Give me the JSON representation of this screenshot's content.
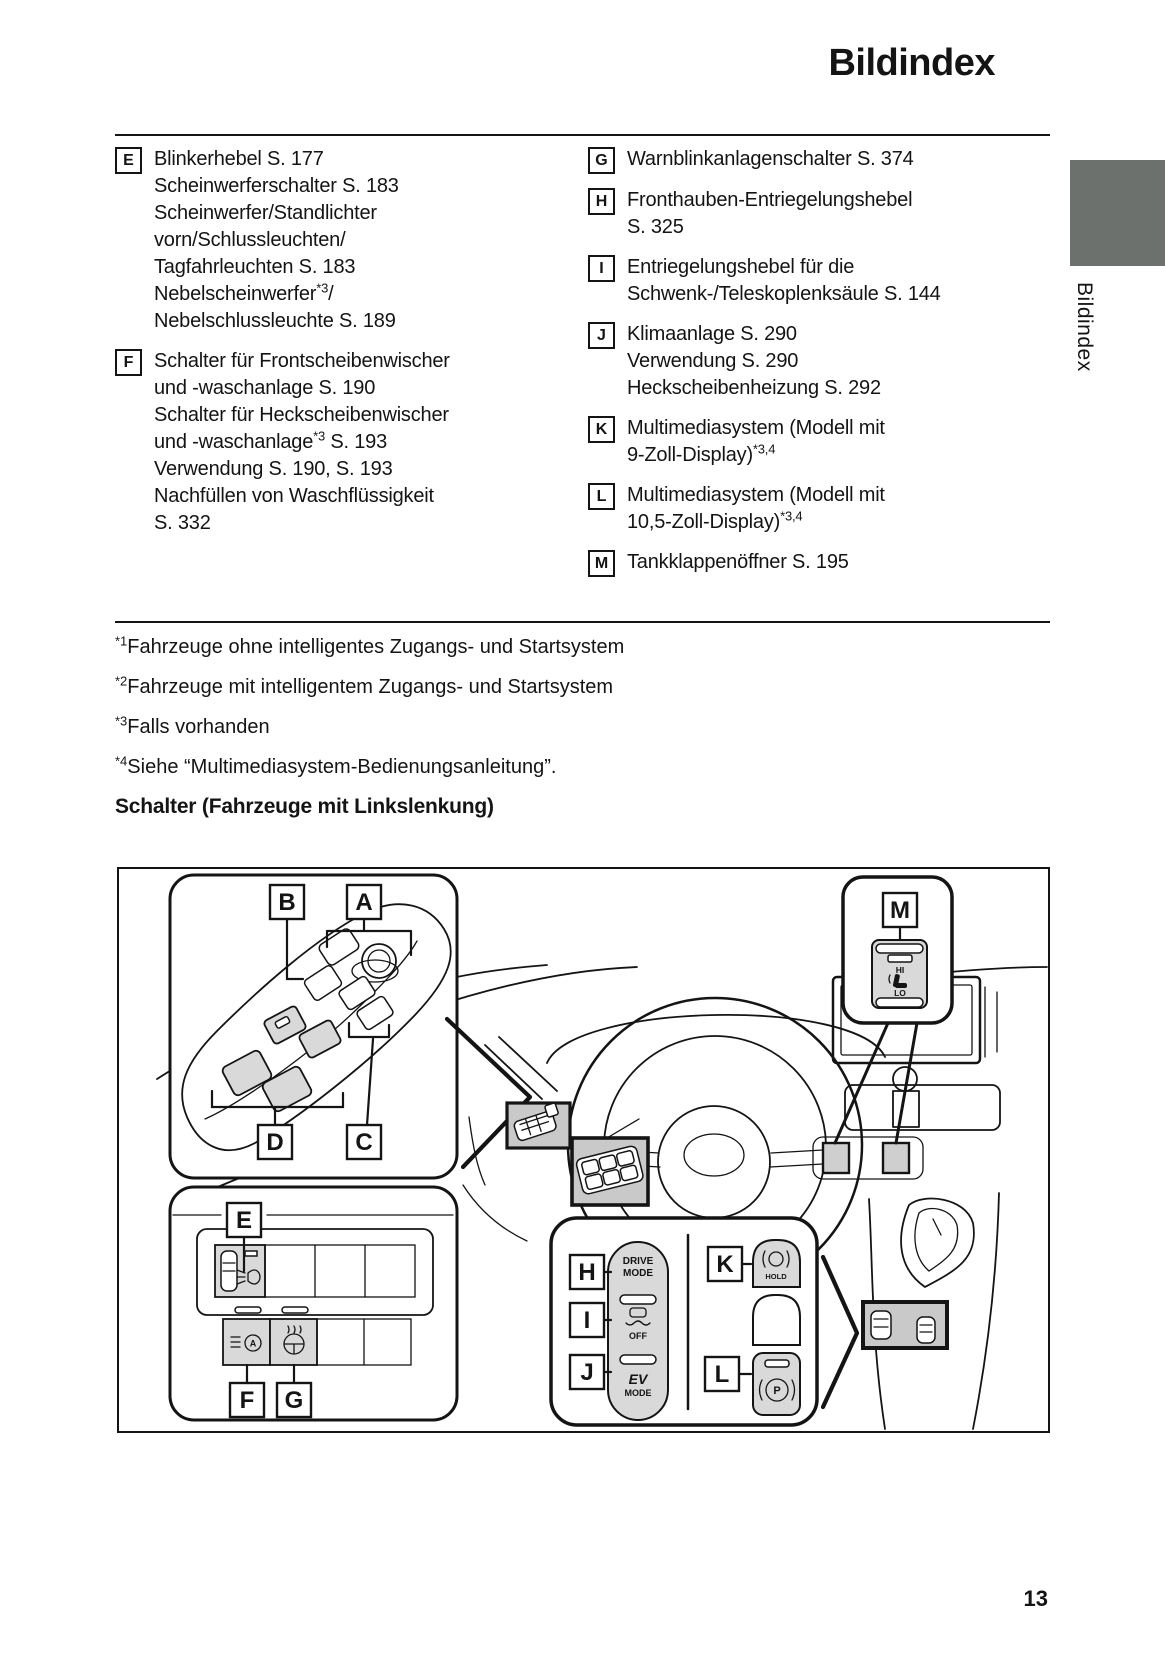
{
  "page": {
    "title": "Bildindex",
    "side_tab": "Bildindex",
    "section_heading": "Schalter (Fahrzeuge mit Linkslenkung)",
    "page_number": "13"
  },
  "index": {
    "columns": [
      {
        "items": [
          {
            "letter": "E",
            "lines": [
              "Blinkerhebel S. 177",
              "Scheinwerferschalter S. 183",
              "Scheinwerfer/Standlichter",
              "vorn/Schlussleuchten/",
              "Tagfahrleuchten S. 183",
              "Nebelscheinwerfer^*3^/",
              "Nebelschlussleuchte S. 189"
            ]
          },
          {
            "letter": "F",
            "lines": [
              "Schalter für Frontscheibenwischer",
              "und -waschanlage S. 190",
              "Schalter für Heckscheibenwischer",
              "und -waschanlage^*3^ S. 193",
              "Verwendung S. 190, S. 193",
              "Nachfüllen von Waschflüssigkeit",
              "S. 332"
            ]
          }
        ]
      },
      {
        "items": [
          {
            "letter": "G",
            "lines": [
              "Warnblinkanlagenschalter S. 374"
            ]
          },
          {
            "letter": "H",
            "lines": [
              "Fronthauben-Entriegelungshebel",
              "S. 325"
            ]
          },
          {
            "letter": "I",
            "lines": [
              "Entriegelungshebel für die",
              "Schwenk-/Teleskoplenksäule S. 144"
            ]
          },
          {
            "letter": "J",
            "lines": [
              "Klimaanlage S. 290",
              "Verwendung S. 290",
              "Heckscheibenheizung S. 292"
            ]
          },
          {
            "letter": "K",
            "lines": [
              "Multimediasystem (Modell mit",
              "9-Zoll-Display)^*3,4^"
            ]
          },
          {
            "letter": "L",
            "lines": [
              "Multimediasystem (Modell mit",
              "10,5-Zoll-Display)^*3,4^"
            ]
          },
          {
            "letter": "M",
            "lines": [
              "Tankklappenöffner S. 195"
            ]
          }
        ]
      }
    ]
  },
  "footnotes": [
    "^*1^Fahrzeuge ohne intelligentes Zugangs- und Startsystem",
    "^*2^Fahrzeuge mit intelligentem Zugangs- und Startsystem",
    "^*3^Falls vorhanden",
    "^*4^Siehe “Multimediasystem-Bedienungsanleitung”."
  ],
  "diagram": {
    "callouts": {
      "a": "A",
      "b": "B",
      "c": "C",
      "d": "D",
      "e": "E",
      "f": "F",
      "g": "G",
      "h": "H",
      "i": "I",
      "j": "J",
      "k": "K",
      "l": "L",
      "m": "M"
    },
    "labels": {
      "drive": "DRIVE",
      "mode": "MODE",
      "off": "OFF",
      "ev": "EV",
      "hold": "HOLD",
      "hi": "HI",
      "lo": "LO",
      "park": "P",
      "auto": "A"
    }
  },
  "colors": {
    "side_tab_gray": "#6d716d",
    "switch_gray": "#d9d9d9",
    "highlight_gray": "#c9c9c9",
    "ink": "#141414"
  }
}
